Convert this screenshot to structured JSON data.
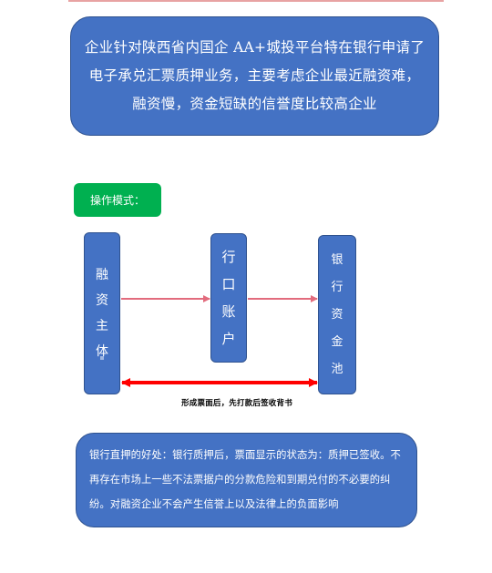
{
  "intro": {
    "text": "企业针对陕西省内国企 AA+城投平台特在银行申请了电子承兑汇票质押业务，主要考虑企业最近融资难，融资慢，资金短缺的信誉度比较高企业"
  },
  "mode_label": "操作模式：",
  "nodes": {
    "entity": "融\n资\n主\n体",
    "account": "行\n口\n账\n户",
    "pool": "银\n行\n资\n金\n池"
  },
  "caption": "形成票面后，先打款后签收背书",
  "benefit": {
    "text": "银行直押的好处：银行质押后，票面显示的状态为：质押已签收。不再存在市场上一些不法票据户的分款危险和到期兑付的不必要的纠纷。对融资企业不会产生信誉上以及法律上的负面影响"
  },
  "colors": {
    "box_blue": "#4472c4",
    "mode_green": "#00b050",
    "arrow_pink": "#e26b7d",
    "arrow_red": "#ff0000"
  }
}
